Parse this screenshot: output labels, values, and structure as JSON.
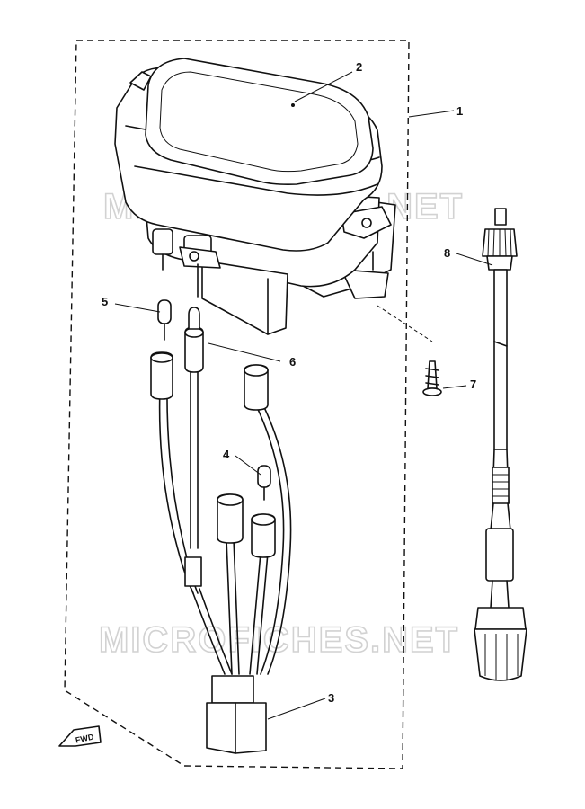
{
  "watermark": "MICROFICHES.NET",
  "direction_marker": "FWD",
  "callouts": {
    "p1": "1",
    "p2": "2",
    "p3": "3",
    "p4": "4",
    "p5": "5",
    "p6": "6",
    "p7": "7",
    "p8": "8"
  }
}
